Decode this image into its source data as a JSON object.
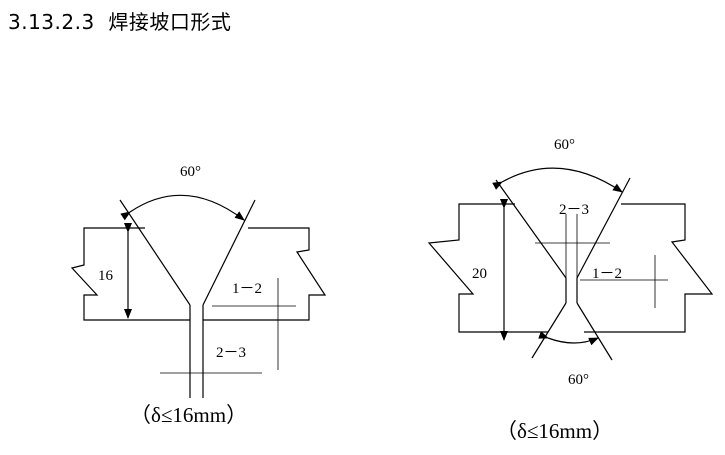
{
  "heading": {
    "number": "3.13.2.3",
    "title": "焊接坡口形式"
  },
  "figures": [
    {
      "name": "single-v-groove",
      "angle_label": "60°",
      "depth_label": "16",
      "pass_labels": [
        "1－2",
        "2－3"
      ],
      "caption": "（δ≤16mm）"
    },
    {
      "name": "double-v-groove",
      "angle_top_label": "60°",
      "angle_bottom_label": "60°",
      "depth_label": "20",
      "pass_labels": [
        "2－3",
        "1－2"
      ],
      "caption": "（δ≤16mm）"
    }
  ],
  "colors": {
    "line": "#000000",
    "background": "#ffffff"
  }
}
